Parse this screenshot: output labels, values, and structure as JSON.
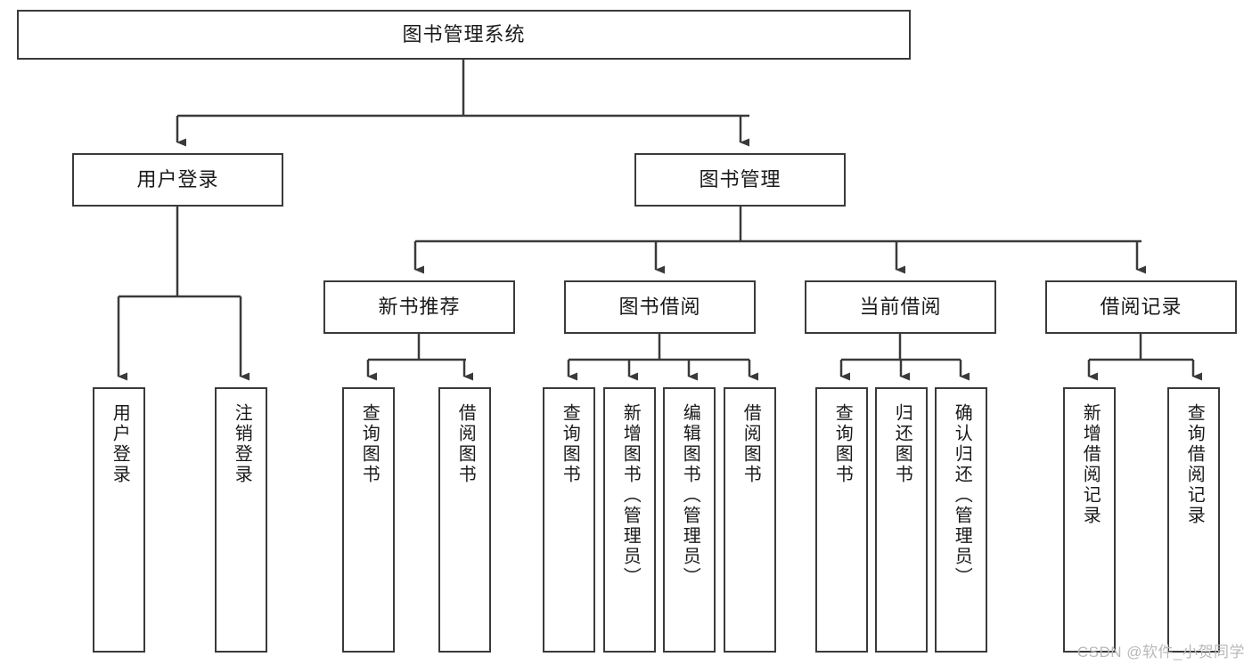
{
  "diagram": {
    "title": "图书管理系统",
    "watermark": "CSDN @软件_小贺同学",
    "colors": {
      "stroke": "#3a3a3a",
      "fill": "#ffffff",
      "text": "#1a1a1a",
      "watermark": "#b9b9b9",
      "background": "#ffffff"
    },
    "nodes": {
      "root": {
        "label": "图书管理系统"
      },
      "level1": [
        {
          "id": "user-login",
          "label": "用户登录"
        },
        {
          "id": "book-management",
          "label": "图书管理"
        }
      ],
      "level2": [
        {
          "id": "new-book-recommend",
          "label": "新书推荐"
        },
        {
          "id": "book-borrow",
          "label": "图书借阅"
        },
        {
          "id": "current-borrow",
          "label": "当前借阅"
        },
        {
          "id": "borrow-record",
          "label": "借阅记录"
        }
      ],
      "leaves": {
        "user-login": [
          {
            "id": "leaf-user-login",
            "label": "用户登录"
          },
          {
            "id": "leaf-logout-login",
            "label": "注销登录"
          }
        ],
        "new-book-recommend": [
          {
            "id": "leaf-query-book-1",
            "label": "查询图书"
          },
          {
            "id": "leaf-borrow-book-1",
            "label": "借阅图书"
          }
        ],
        "book-borrow": [
          {
            "id": "leaf-query-book-2",
            "label": "查询图书"
          },
          {
            "id": "leaf-add-book",
            "label": "新增图书（管理员）"
          },
          {
            "id": "leaf-edit-book",
            "label": "编辑图书（管理员）"
          },
          {
            "id": "leaf-borrow-book-2",
            "label": "借阅图书"
          }
        ],
        "current-borrow": [
          {
            "id": "leaf-query-book-3",
            "label": "查询图书"
          },
          {
            "id": "leaf-return-book",
            "label": "归还图书"
          },
          {
            "id": "leaf-confirm-return",
            "label": "确认归还（管理员）"
          }
        ],
        "borrow-record": [
          {
            "id": "leaf-add-record",
            "label": "新增借阅记录"
          },
          {
            "id": "leaf-query-record",
            "label": "查询借阅记录"
          }
        ]
      }
    }
  }
}
